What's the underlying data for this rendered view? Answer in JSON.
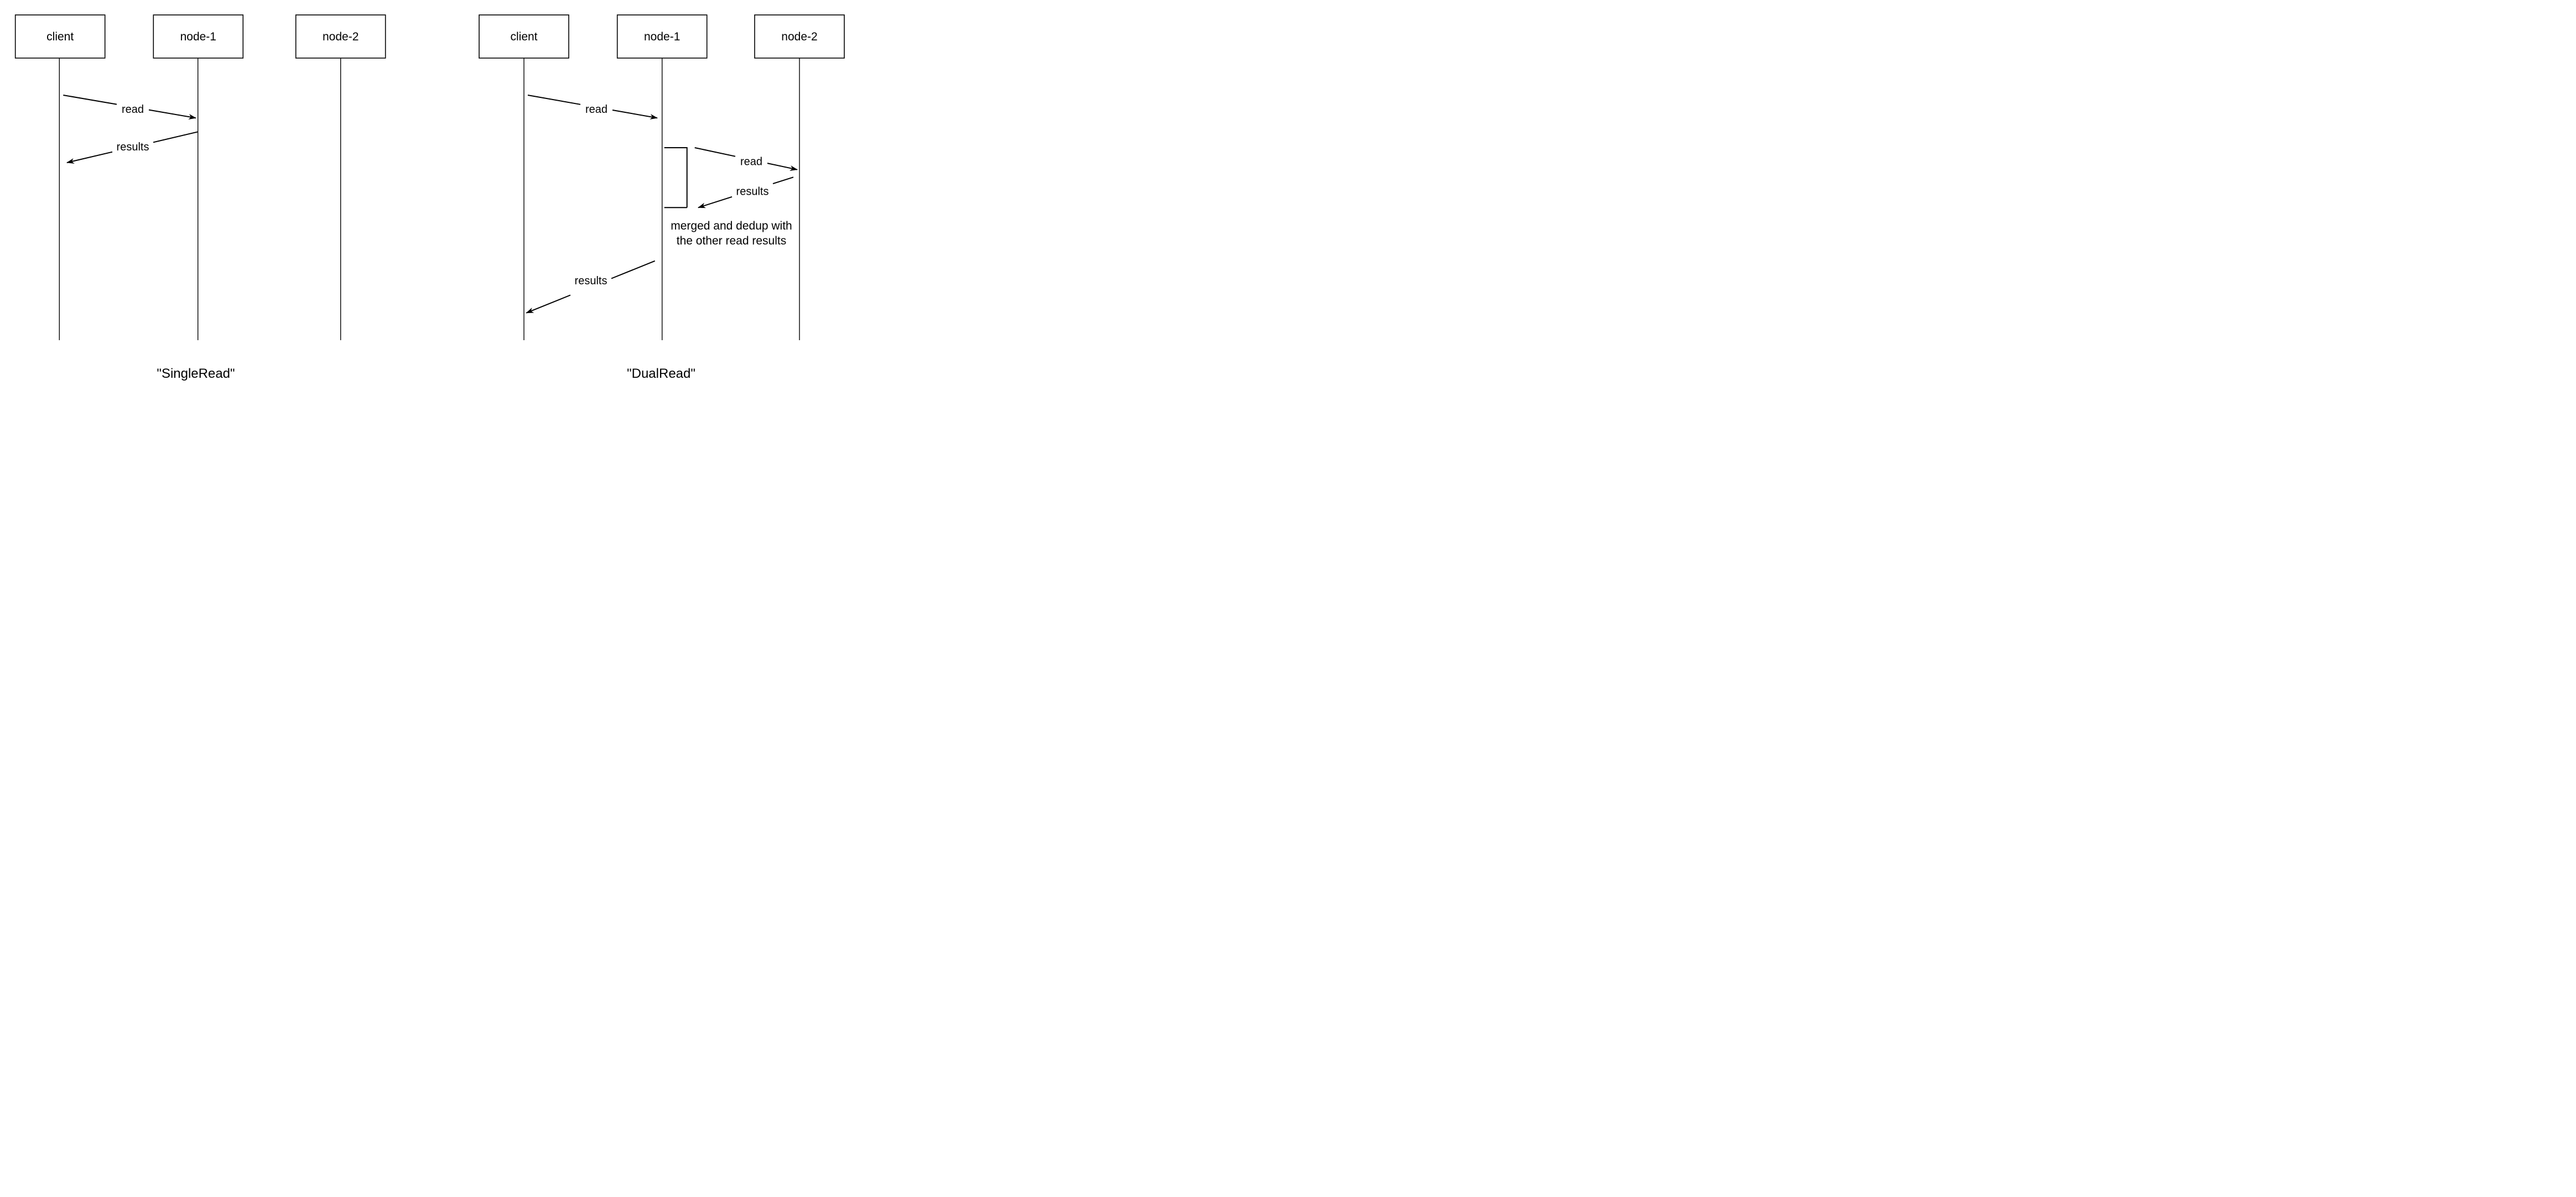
{
  "page": {
    "background_color": "#ffffff",
    "ink_color": "#000000"
  },
  "diagrams": [
    {
      "name": "single-read",
      "caption": "\"SingleRead\"",
      "actors": [
        {
          "label": "client"
        },
        {
          "label": "node-1"
        },
        {
          "label": "node-2"
        }
      ],
      "messages": [
        {
          "label": "read",
          "from": "client",
          "to": "node-1"
        },
        {
          "label": "results",
          "from": "node-1",
          "to": "client"
        }
      ]
    },
    {
      "name": "dual-read",
      "caption": "\"DualRead\"",
      "actors": [
        {
          "label": "client"
        },
        {
          "label": "node-1"
        },
        {
          "label": "node-2"
        }
      ],
      "messages": [
        {
          "label": "read",
          "from": "client",
          "to": "node-1"
        },
        {
          "label": "read",
          "from": "node-1",
          "to": "node-2"
        },
        {
          "label": "results",
          "from": "node-2",
          "to": "node-1"
        },
        {
          "label": "results",
          "from": "node-1",
          "to": "client"
        }
      ],
      "note": {
        "lines": [
          "merged and dedup with",
          "the other read results"
        ]
      }
    }
  ]
}
